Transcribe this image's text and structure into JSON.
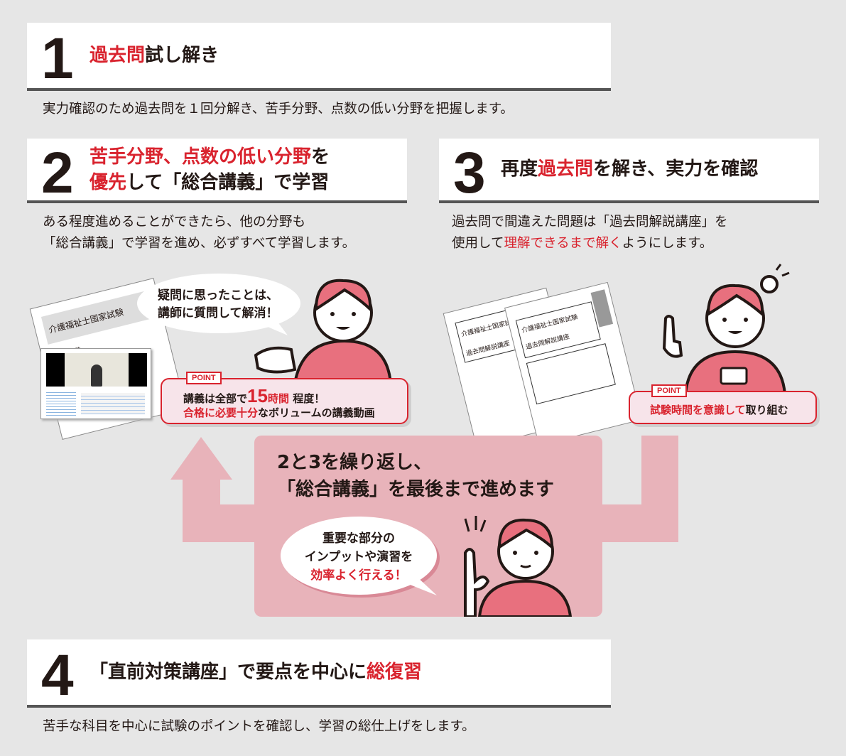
{
  "step1": {
    "number": "1",
    "title_red": "過去問",
    "title_rest": "試し解き",
    "desc": "実力確認のため過去問を１回分解き、苦手分野、点数の低い分野を把握します。"
  },
  "step2": {
    "number": "2",
    "title_line1_red": "苦手分野、点数の低い分野",
    "title_line1_rest": "を",
    "title_line2_red": "優先",
    "title_line2_rest": "して「総合講義」で学習",
    "desc_line1": "ある程度進めることができたら、他の分野も",
    "desc_line2": "「総合講義」で学習を進め、必ずすべて学習します。",
    "doc_title": "介護福祉士国家試験",
    "doc_subtitle": "総合講義",
    "bubble_line1": "疑問に思ったことは、",
    "bubble_line2": "講師に質問して解消！",
    "point_tag": "POINT",
    "point_a": "講義は全部で",
    "point_num": "15",
    "point_unit": "時間",
    "point_b": "程度！",
    "point_line2_red": "合格に必要十分",
    "point_line2_rest": "なボリュームの講義動画"
  },
  "step3": {
    "number": "3",
    "title_a": "再度",
    "title_red": "過去問",
    "title_b": "を解き、実力を確認",
    "desc_line1": "過去問で間違えた問題は「過去問解説講座」を",
    "desc_line2_a": "使用して",
    "desc_line2_red": "理解できるまで解く",
    "desc_line2_b": "ようにします。",
    "doc_title": "介護福祉士国家試験",
    "doc_subtitle": "過去問解説講座",
    "point_tag": "POINT",
    "point_red": "試験時間を意識して",
    "point_rest": "取り組む"
  },
  "loop": {
    "line1": "2と3を繰り返し、",
    "line2": "「総合講義」を最後まで進めます",
    "bubble_line1": "重要な部分の",
    "bubble_line2": "インプットや演習を",
    "bubble_line3": "効率よく行える！"
  },
  "step4": {
    "number": "4",
    "title_rest": "「直前対策講座」で要点を中心に",
    "title_red": "総復習",
    "desc": "苦手な科目を中心に試験のポイントを確認し、学習の総仕上げをします。"
  },
  "colors": {
    "accent": "#d9232e",
    "pink": "#e8b3ba",
    "uniform": "#e8707e"
  }
}
